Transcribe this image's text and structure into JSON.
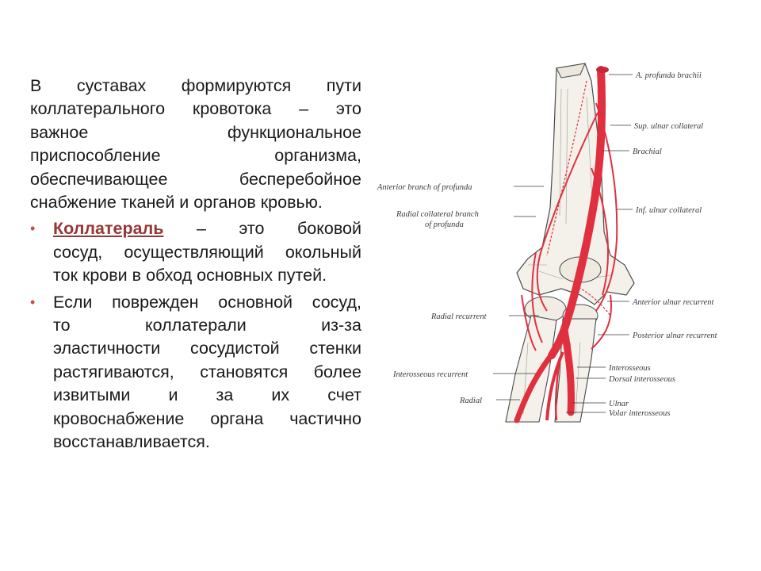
{
  "main_paragraph": {
    "lines": [
      "В суставах формируются пути",
      "коллатерального кровотока – это",
      "важное функциональное",
      "приспособление организма,",
      "обеспечивающее бесперебойное",
      "снабжение тканей и органов кровью."
    ]
  },
  "bullets": [
    {
      "term": "Коллатераль",
      "lines": [
        " – это боковой",
        "сосуд, осуществляющий окольный",
        "ток крови в обход основных путей."
      ]
    },
    {
      "lines": [
        "Если поврежден основной сосуд,",
        "то коллатерали из-за",
        "эластичности сосудистой стенки",
        "растягиваются, становятся более",
        "извитыми и за их счет",
        "кровоснабжение органа частично",
        "восстанавливается."
      ]
    }
  ],
  "figure": {
    "labels_right": [
      "A. profunda brachii",
      "Sup. ulnar collateral",
      "Brachial",
      "Inf. ulnar collateral",
      "Anterior ulnar recurrent",
      "Posterior ulnar recurrent",
      "Interosseous",
      "Dorsal interosseous",
      "Ulnar",
      "Volar interosseous"
    ],
    "labels_left": [
      "Anterior branch of profunda",
      "Radial collateral branch",
      "of profunda",
      "Radial recurrent",
      "Interosseous recurrent",
      "Radial"
    ],
    "colors": {
      "artery": "#e0303f",
      "bone_outline": "#4a4a4a",
      "label_text": "#3a3a3a",
      "bullet_accent": "#c0504d",
      "term_text": "#953735"
    }
  }
}
